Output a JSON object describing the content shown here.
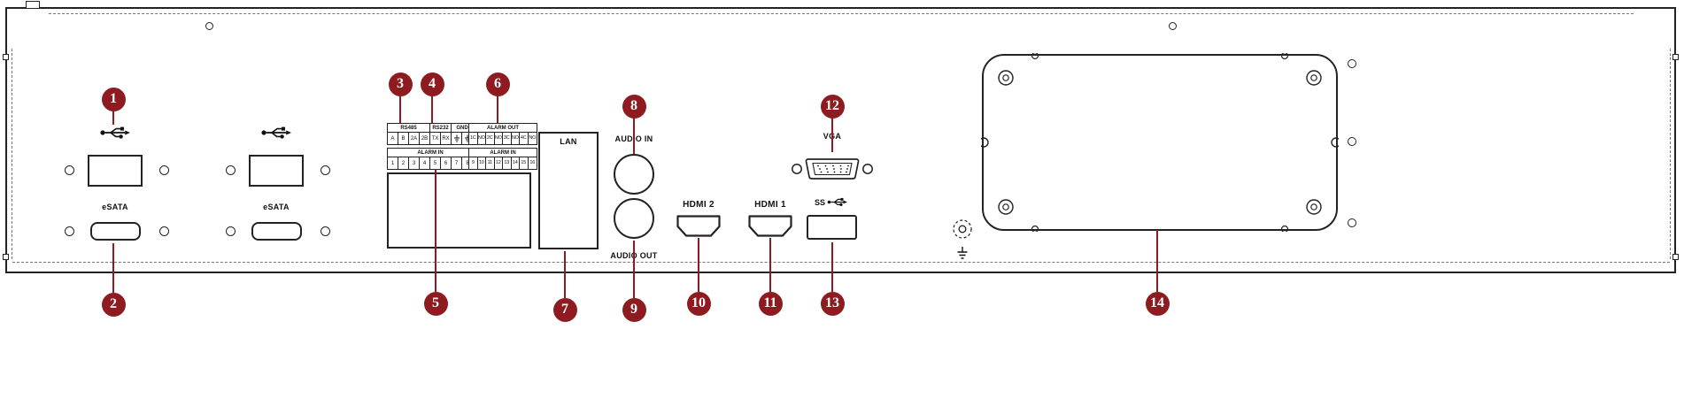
{
  "colors": {
    "callout_bg": "#8e1b20",
    "panel_line": "#232323"
  },
  "labels": {
    "esata": "eSATA",
    "lan": "LAN",
    "audio_in": "AUDIO IN",
    "audio_out": "AUDIO OUT",
    "hdmi_2": "HDMI 2",
    "hdmi_1": "HDMI 1",
    "vga": "VGA",
    "usb3_ss": "SS"
  },
  "terminals": {
    "left": {
      "headers": [
        "RS485",
        "RS232",
        "GND"
      ],
      "pins": [
        "A",
        "B",
        "2A",
        "2B",
        "TX",
        "RX"
      ],
      "alarm_in": "ALARM IN",
      "alarm_in_pins": [
        "1",
        "2",
        "3",
        "4",
        "5",
        "6",
        "7",
        "8"
      ]
    },
    "right": {
      "alarm_out": "ALARM OUT",
      "alarm_out_pins": [
        "1C",
        "NO",
        "2C",
        "NO",
        "3C",
        "NO",
        "4C",
        "NO"
      ],
      "alarm_in": "ALARM IN",
      "alarm_in_pins": [
        "9",
        "10",
        "11",
        "12",
        "13",
        "14",
        "15",
        "16"
      ]
    }
  },
  "callouts": [
    "1",
    "2",
    "3",
    "4",
    "5",
    "6",
    "7",
    "8",
    "9",
    "10",
    "11",
    "12",
    "13",
    "14"
  ]
}
